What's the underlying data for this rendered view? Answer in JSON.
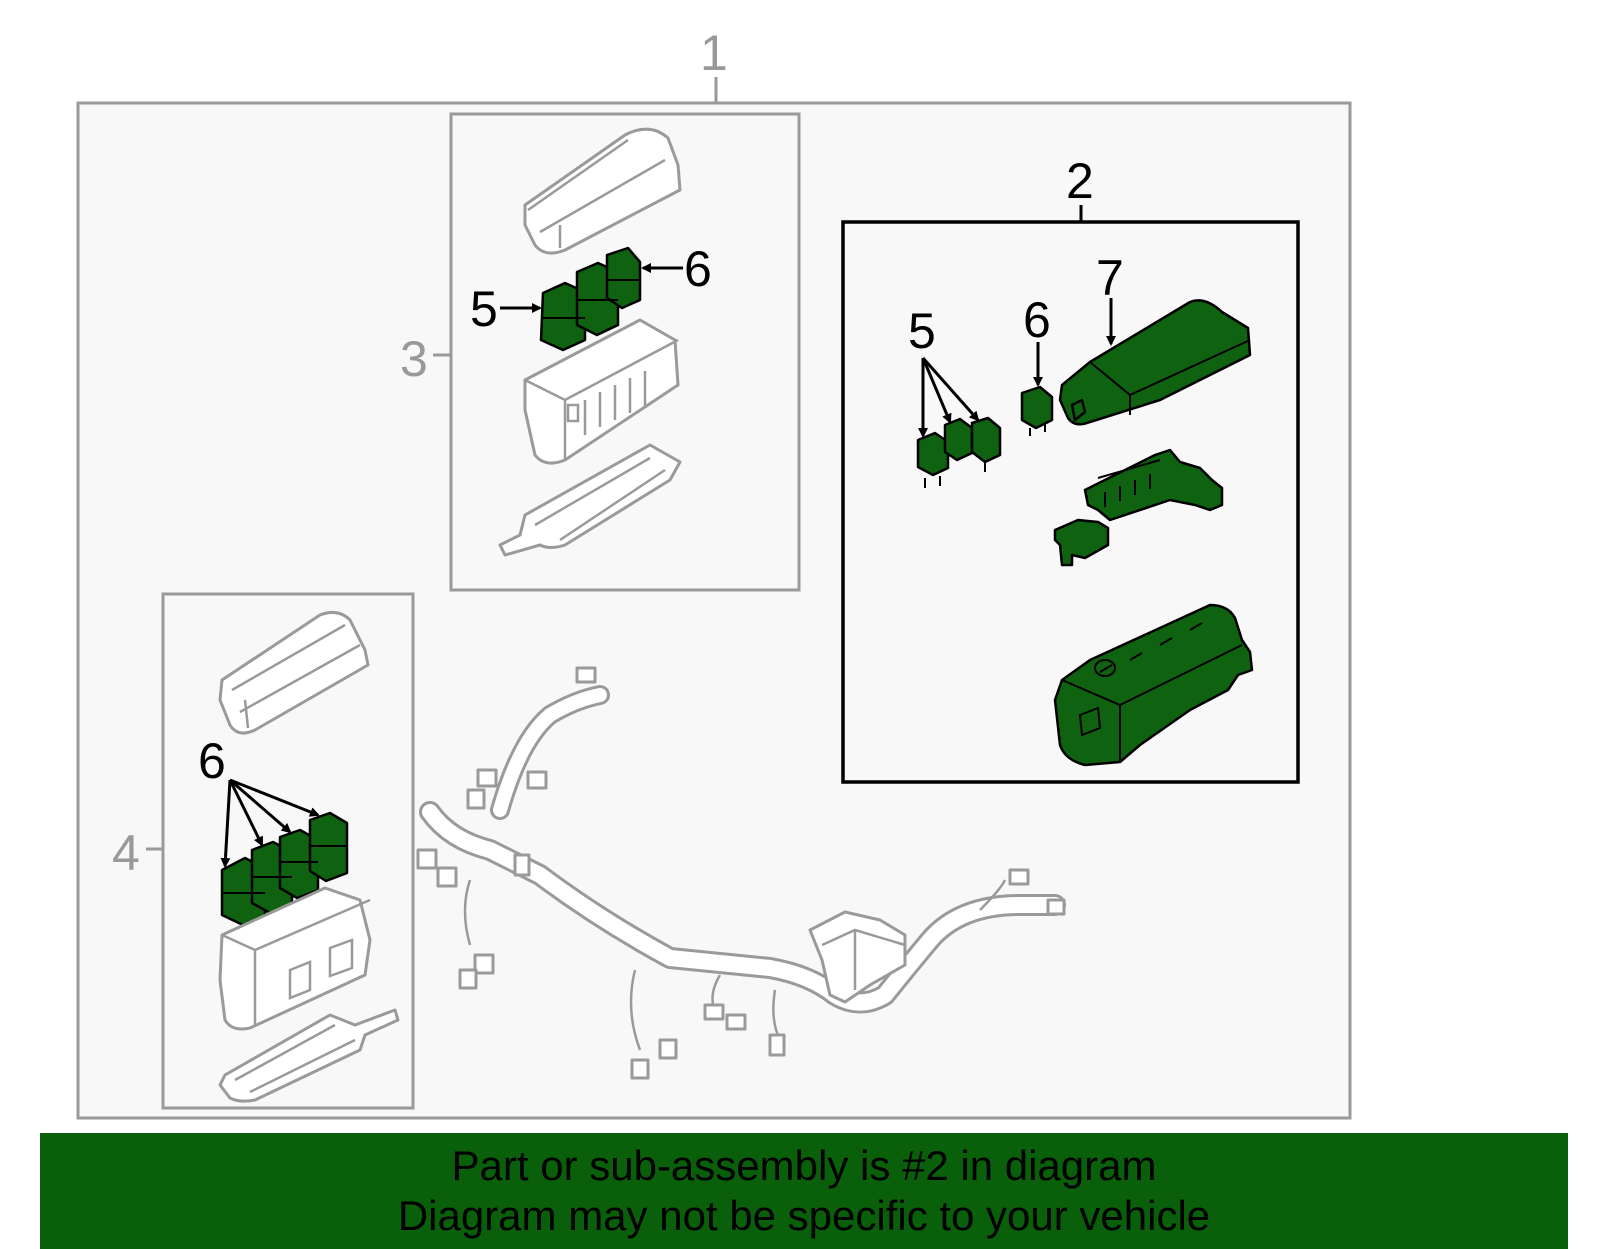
{
  "callouts": {
    "main_assembly": "1",
    "sub_assembly_2": "2",
    "sub_assembly_3": "3",
    "sub_assembly_4": "4",
    "box3_relay_5": "5",
    "box3_relay_6": "6",
    "box2_relay_5": "5",
    "box2_relay_6": "6",
    "box2_cover_7": "7",
    "box4_relay_6": "6"
  },
  "banner": {
    "line1": "Part or sub-assembly is #2 in diagram",
    "line2": "Diagram may not be specific to your vehicle"
  },
  "colors": {
    "highlight_green": "#0f620f",
    "banner_green": "#0a5f0a",
    "panel_background": "#f8f8f8",
    "frame_grey": "#9a9a9a"
  }
}
